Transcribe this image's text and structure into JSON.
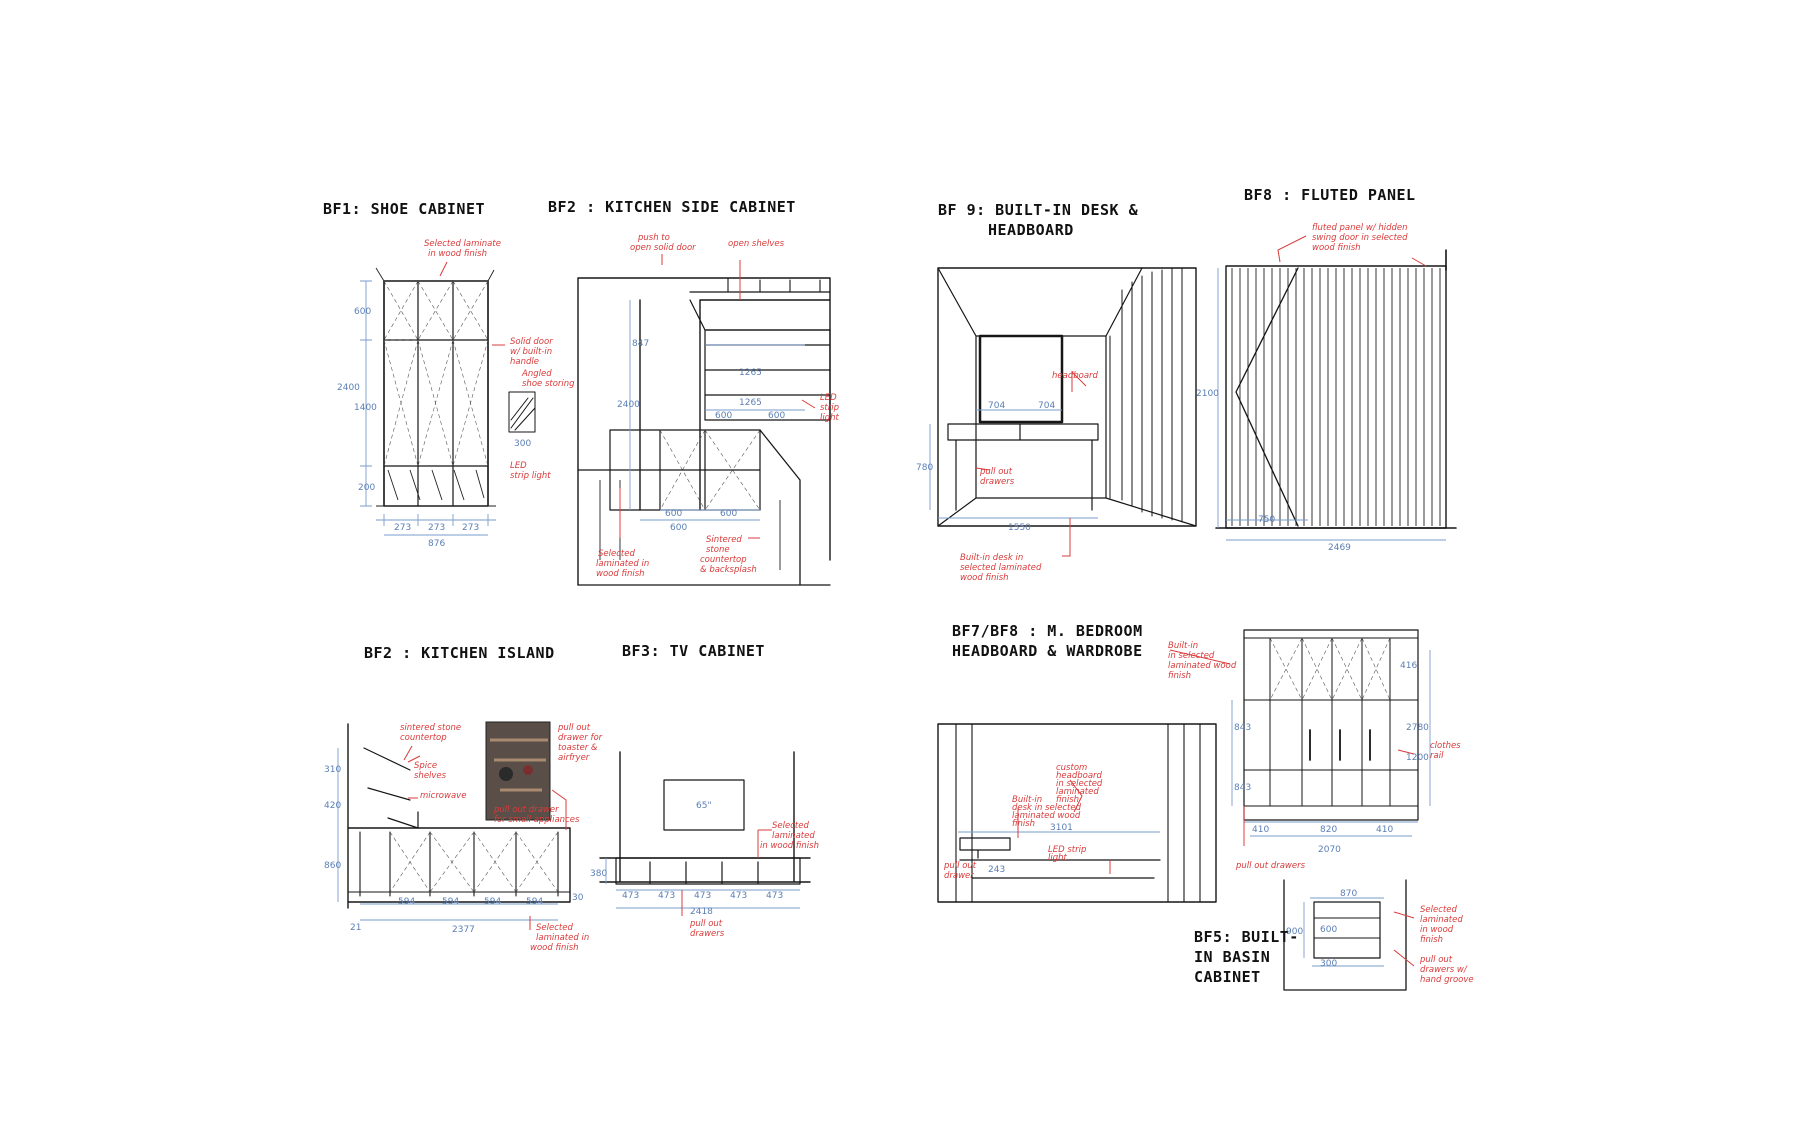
{
  "colors": {
    "ink": "#161616",
    "annotation": "#d93b3b",
    "dimension": "#7a9ccc",
    "background": "#ffffff"
  },
  "bf1": {
    "title": "BF1: SHOE CABINET",
    "notes": [
      "Selected laminate",
      "in wood finish",
      "Solid door",
      "w/ built-in",
      "handle",
      "Angled",
      "shoe storing",
      "LED",
      "strip light"
    ],
    "dims": [
      "600",
      "1400",
      "2400",
      "200",
      "273",
      "273",
      "273",
      "876",
      "300"
    ]
  },
  "bf2k": {
    "title": "BF2 : KITCHEN SIDE CABINET",
    "notes": [
      "push to",
      "open solid door",
      "open shelves",
      "LED",
      "strip",
      "light",
      "Selected",
      "laminated in",
      "wood finish",
      "Sintered",
      "stone",
      "countertop",
      "& backsplash"
    ],
    "dims": [
      "2400",
      "847",
      "1265",
      "1265",
      "600",
      "600",
      "600",
      "600",
      "600"
    ]
  },
  "bf9": {
    "title_1": "BF 9: BUILT-IN DESK &",
    "title_2": "HEADBOARD",
    "notes": [
      "headboard",
      "pull out",
      "drawers",
      "Built-in desk in",
      "selected laminated",
      "wood finish"
    ],
    "dims": [
      "704",
      "704",
      "780",
      "1550"
    ]
  },
  "bf8f": {
    "title": "BF8 : FLUTED PANEL",
    "notes": [
      "fluted panel w/ hidden",
      "swing door in selected",
      "wood finish"
    ],
    "dims": [
      "2100",
      "750",
      "2469"
    ]
  },
  "bf2i": {
    "title": "BF2 : KITCHEN ISLAND",
    "notes": [
      "sintered stone",
      "countertop",
      "Spice",
      "shelves",
      "microwave",
      "pull out",
      "drawer for",
      "toaster &",
      "airfryer",
      "pull out drawer",
      "for small appliances",
      "Selected",
      "laminated in",
      "wood finish"
    ],
    "dims": [
      "310",
      "420",
      "860",
      "594",
      "594",
      "594",
      "594",
      "2377",
      "21"
    ]
  },
  "bf3": {
    "title": "BF3: TV CABINET",
    "screen_label": "65\"",
    "notes": [
      "Selected",
      "laminated",
      "in wood finish",
      "pull out",
      "drawers"
    ],
    "dims": [
      "380",
      "473",
      "473",
      "473",
      "473",
      "473",
      "2418",
      "30"
    ]
  },
  "bf7": {
    "title_1": "BF7/BF8 : M. BEDROOM",
    "title_2": "HEADBOARD & WARDROBE",
    "notes": [
      "Built-in",
      "in selected",
      "laminated wood",
      "finish",
      "custom",
      "headboard",
      "in selected",
      "laminated",
      "finish",
      "Built-in",
      "desk in selected",
      "laminated wood",
      "finish",
      "LED strip",
      "light",
      "pull out",
      "drawer",
      "clothes",
      "rail",
      "pull out drawers"
    ],
    "dims": [
      "3101",
      "243",
      "2780",
      "1200",
      "410",
      "820",
      "410",
      "2070",
      "843",
      "843",
      "416"
    ]
  },
  "bf5": {
    "title_1": "BF5: BUILT-",
    "title_2": "IN BASIN",
    "title_3": "CABINET",
    "notes": [
      "Selected",
      "laminated",
      "in wood",
      "finish",
      "pull out",
      "drawers w/",
      "hand groove"
    ],
    "dims": [
      "870",
      "900",
      "600",
      "300"
    ]
  }
}
